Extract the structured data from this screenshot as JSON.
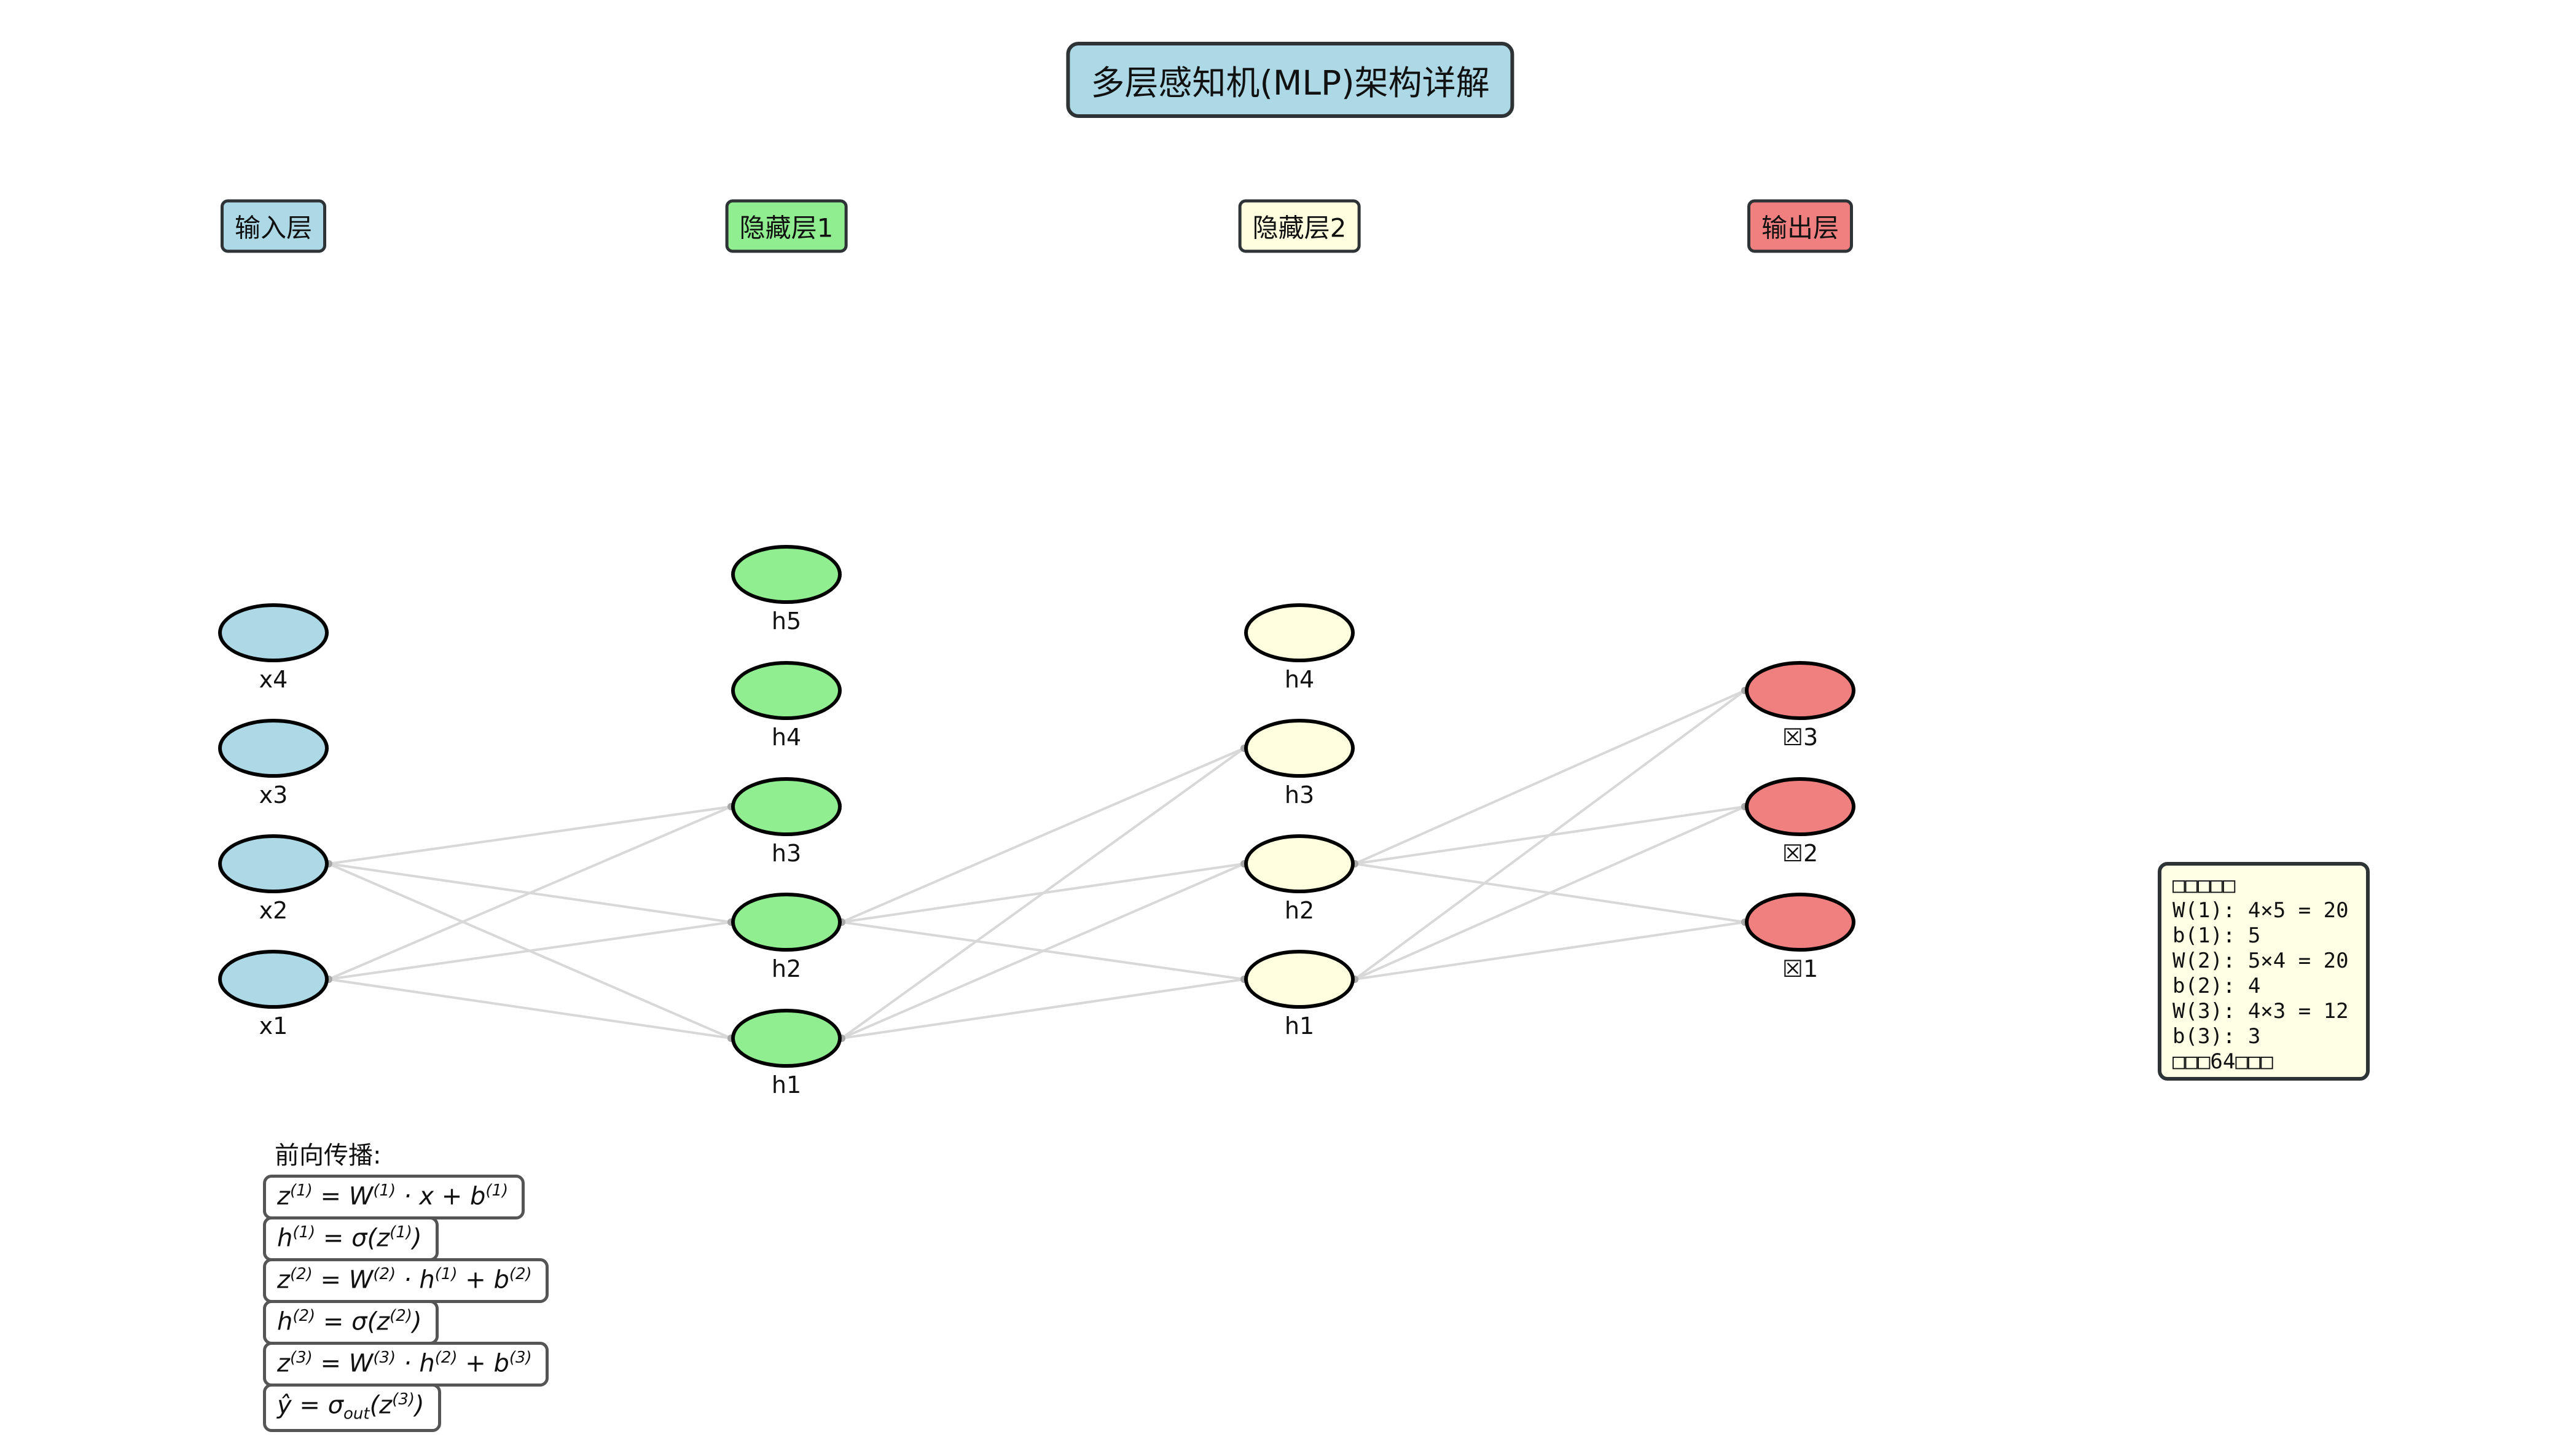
{
  "title": "多层感知机(MLP)架构详解",
  "colors": {
    "input": "#ADD8E6",
    "hidden1": "#90EE90",
    "hidden2": "#FFFFE0",
    "output": "#F08080",
    "edge": "#D8D8D8",
    "edge_dot": "#A8A8A8",
    "box_border": "#2e3436",
    "param_bg": "#FFFFE6"
  },
  "layers": [
    {
      "id": "input",
      "label": "输入层",
      "color": "#ADD8E6",
      "nodes": [
        "x4",
        "x3",
        "x2",
        "x1"
      ]
    },
    {
      "id": "hidden1",
      "label": "隐藏层1",
      "color": "#90EE90",
      "nodes": [
        "h5",
        "h4",
        "h3",
        "h2",
        "h1"
      ]
    },
    {
      "id": "hidden2",
      "label": "隐藏层2",
      "color": "#FFFFE0",
      "nodes": [
        "h4",
        "h3",
        "h2",
        "h1"
      ]
    },
    {
      "id": "output",
      "label": "输出层",
      "color": "#F08080",
      "nodes": [
        "☒3",
        "☒2",
        "☒1"
      ]
    }
  ],
  "connections": [
    {
      "from": [
        0,
        2
      ],
      "to": [
        1,
        2
      ]
    },
    {
      "from": [
        0,
        2
      ],
      "to": [
        1,
        3
      ]
    },
    {
      "from": [
        0,
        2
      ],
      "to": [
        1,
        4
      ]
    },
    {
      "from": [
        0,
        3
      ],
      "to": [
        1,
        2
      ]
    },
    {
      "from": [
        0,
        3
      ],
      "to": [
        1,
        3
      ]
    },
    {
      "from": [
        0,
        3
      ],
      "to": [
        1,
        4
      ]
    },
    {
      "from": [
        1,
        3
      ],
      "to": [
        2,
        1
      ]
    },
    {
      "from": [
        1,
        3
      ],
      "to": [
        2,
        2
      ]
    },
    {
      "from": [
        1,
        3
      ],
      "to": [
        2,
        3
      ]
    },
    {
      "from": [
        1,
        4
      ],
      "to": [
        2,
        1
      ]
    },
    {
      "from": [
        1,
        4
      ],
      "to": [
        2,
        2
      ]
    },
    {
      "from": [
        1,
        4
      ],
      "to": [
        2,
        3
      ]
    },
    {
      "from": [
        2,
        2
      ],
      "to": [
        3,
        0
      ]
    },
    {
      "from": [
        2,
        2
      ],
      "to": [
        3,
        1
      ]
    },
    {
      "from": [
        2,
        2
      ],
      "to": [
        3,
        2
      ]
    },
    {
      "from": [
        2,
        3
      ],
      "to": [
        3,
        0
      ]
    },
    {
      "from": [
        2,
        3
      ],
      "to": [
        3,
        1
      ]
    },
    {
      "from": [
        2,
        3
      ],
      "to": [
        3,
        2
      ]
    }
  ],
  "parameter_box": {
    "lines": [
      "□□□□□",
      "W(1): 4×5 = 20",
      "b(1): 5",
      "W(2): 5×4 = 20",
      "b(2): 4",
      "W(3): 4×3 = 12",
      "b(3): 3",
      "□□□64□□□"
    ]
  },
  "forward": {
    "heading": "前向传播:",
    "formulas": [
      [
        {
          "t": "z"
        },
        {
          "sup": "(1)"
        },
        {
          "t": " = W"
        },
        {
          "sup": "(1)"
        },
        {
          "t": " · x + b"
        },
        {
          "sup": "(1)"
        }
      ],
      [
        {
          "t": "h"
        },
        {
          "sup": "(1)"
        },
        {
          "t": " = σ(z"
        },
        {
          "sup": "(1)"
        },
        {
          "t": ")"
        }
      ],
      [
        {
          "t": "z"
        },
        {
          "sup": "(2)"
        },
        {
          "t": " = W"
        },
        {
          "sup": "(2)"
        },
        {
          "t": " · h"
        },
        {
          "sup": "(1)"
        },
        {
          "t": " + b"
        },
        {
          "sup": "(2)"
        }
      ],
      [
        {
          "t": "h"
        },
        {
          "sup": "(2)"
        },
        {
          "t": " = σ(z"
        },
        {
          "sup": "(2)"
        },
        {
          "t": ")"
        }
      ],
      [
        {
          "t": "z"
        },
        {
          "sup": "(3)"
        },
        {
          "t": " = W"
        },
        {
          "sup": "(3)"
        },
        {
          "t": " · h"
        },
        {
          "sup": "(2)"
        },
        {
          "t": " + b"
        },
        {
          "sup": "(3)"
        }
      ],
      [
        {
          "t": "ŷ = σ"
        },
        {
          "sub": "out"
        },
        {
          "t": "(z"
        },
        {
          "sup": "(3)"
        },
        {
          "t": ")"
        }
      ]
    ]
  }
}
